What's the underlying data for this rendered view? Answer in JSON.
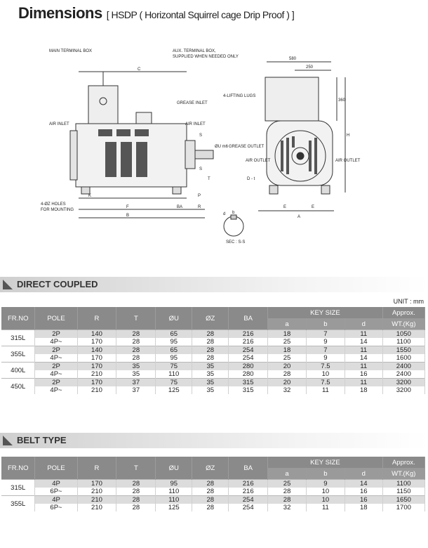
{
  "header": {
    "title": "Dimensions",
    "subtitle": "[ HSDP ( Horizontal Squirrel cage Drip Proof ) ]"
  },
  "drawing": {
    "labels": {
      "main_terminal_box": "MAIN TERMINAL BOX",
      "aux_terminal_box": "AUX. TERMINAL BOX,",
      "aux_terminal_box_2": "SUPPLIED WHEN NEEDED ONLY",
      "grease_inlet": "GREASE INLET",
      "air_inlet_left": "AIR INLET",
      "air_inlet_right": "AIR INLET",
      "grease_outlet": "GREASE OUTLET",
      "lifting_lugs": "4-LIFTING LUGS",
      "air_outlet_left": "AIR OUTLET",
      "air_outlet_right": "AIR OUTLET",
      "holes": "4-ØZ HOLES",
      "holes_2": "FOR MOUNTING",
      "sec": "SEC : S-S",
      "dim_580": "580",
      "dim_250": "250",
      "dim_360": "360",
      "dim_c": "C",
      "dim_k": "K",
      "dim_f": "F",
      "dim_ba": "BA",
      "dim_r": "R",
      "dim_b": "B",
      "dim_e1": "E",
      "dim_e2": "E",
      "dim_a": "A",
      "dim_h": "H",
      "dim_s1": "S",
      "dim_s2": "S",
      "dim_p": "P",
      "dim_t": "T",
      "dim_u": "ØU m6",
      "dim_d": "d",
      "dim_b_small": "b",
      "dim_dt": "D - t"
    }
  },
  "direct": {
    "section_title": "DIRECT COUPLED",
    "unit": "UNIT : mm",
    "headers": {
      "fr_no": "FR.NO",
      "pole": "POLE",
      "r": "R",
      "t": "T",
      "u": "ØU",
      "z": "ØZ",
      "ba": "BA",
      "key_size": "KEY SIZE",
      "a": "a",
      "b": "b",
      "d": "d",
      "wt1": "Approx.",
      "wt2": "WT.(Kg)"
    },
    "groups": [
      {
        "fr": "315L",
        "rows": [
          {
            "pole": "2P",
            "r": "140",
            "t": "28",
            "u": "65",
            "z": "28",
            "ba": "216",
            "a": "18",
            "b": "7",
            "d": "11",
            "wt": "1050"
          },
          {
            "pole": "4P~",
            "r": "170",
            "t": "28",
            "u": "95",
            "z": "28",
            "ba": "216",
            "a": "25",
            "b": "9",
            "d": "14",
            "wt": "1100"
          }
        ]
      },
      {
        "fr": "355L",
        "rows": [
          {
            "pole": "2P",
            "r": "140",
            "t": "28",
            "u": "65",
            "z": "28",
            "ba": "254",
            "a": "18",
            "b": "7",
            "d": "11",
            "wt": "1550"
          },
          {
            "pole": "4P~",
            "r": "170",
            "t": "28",
            "u": "95",
            "z": "28",
            "ba": "254",
            "a": "25",
            "b": "9",
            "d": "14",
            "wt": "1600"
          }
        ]
      },
      {
        "fr": "400L",
        "rows": [
          {
            "pole": "2P",
            "r": "170",
            "t": "35",
            "u": "75",
            "z": "35",
            "ba": "280",
            "a": "20",
            "b": "7.5",
            "d": "11",
            "wt": "2400"
          },
          {
            "pole": "4P~",
            "r": "210",
            "t": "35",
            "u": "110",
            "z": "35",
            "ba": "280",
            "a": "28",
            "b": "10",
            "d": "16",
            "wt": "2400"
          }
        ]
      },
      {
        "fr": "450L",
        "rows": [
          {
            "pole": "2P",
            "r": "170",
            "t": "37",
            "u": "75",
            "z": "35",
            "ba": "315",
            "a": "20",
            "b": "7.5",
            "d": "11",
            "wt": "3200"
          },
          {
            "pole": "4P~",
            "r": "210",
            "t": "37",
            "u": "125",
            "z": "35",
            "ba": "315",
            "a": "32",
            "b": "11",
            "d": "18",
            "wt": "3200"
          }
        ]
      }
    ]
  },
  "belt": {
    "section_title": "BELT TYPE",
    "headers": {
      "fr_no": "FR.NO",
      "pole": "POLE",
      "r": "R",
      "t": "T",
      "u": "ØU",
      "z": "ØZ",
      "ba": "BA",
      "key_size": "KEY SIZE",
      "a": "a",
      "b": "b",
      "d": "d",
      "wt1": "Approx.",
      "wt2": "WT.(Kg)"
    },
    "groups": [
      {
        "fr": "315L",
        "rows": [
          {
            "pole": "4P",
            "r": "170",
            "t": "28",
            "u": "95",
            "z": "28",
            "ba": "216",
            "a": "25",
            "b": "9",
            "d": "14",
            "wt": "1100"
          },
          {
            "pole": "6P~",
            "r": "210",
            "t": "28",
            "u": "110",
            "z": "28",
            "ba": "216",
            "a": "28",
            "b": "10",
            "d": "16",
            "wt": "1150"
          }
        ]
      },
      {
        "fr": "355L",
        "rows": [
          {
            "pole": "4P",
            "r": "210",
            "t": "28",
            "u": "110",
            "z": "28",
            "ba": "254",
            "a": "28",
            "b": "10",
            "d": "16",
            "wt": "1650"
          },
          {
            "pole": "6P~",
            "r": "210",
            "t": "28",
            "u": "125",
            "z": "28",
            "ba": "254",
            "a": "32",
            "b": "11",
            "d": "18",
            "wt": "1700"
          }
        ]
      }
    ]
  }
}
